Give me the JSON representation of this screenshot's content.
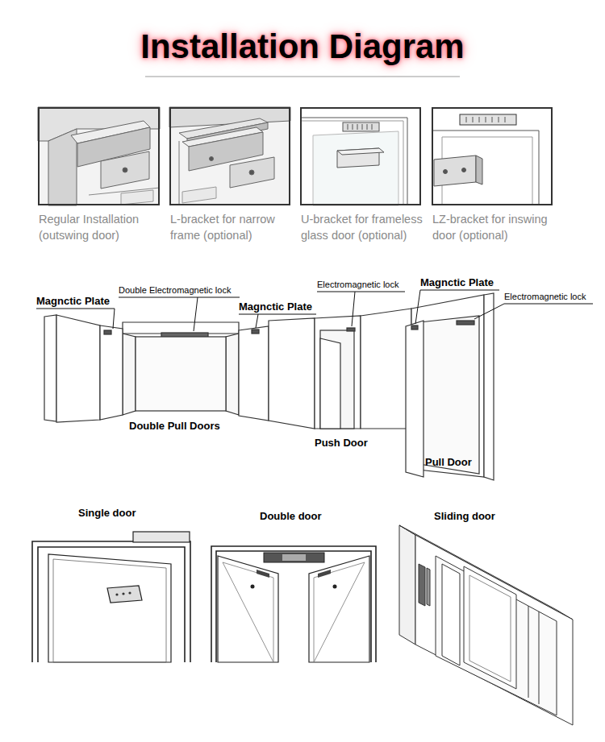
{
  "diagram": {
    "title": "Installation Diagram",
    "nodes": [
      {
        "text": [
          "Regular Installation (outswing door)"
        ]
      },
      {
        "text": [
          "L-bracket for narrow frame (optional)"
        ]
      },
      {
        "text": [
          "U-bracket for frameless glass door (optional)"
        ]
      },
      {
        "text": [
          "LZ-bracket for inswing door (optional)"
        ]
      }
    ],
    "labels": [
      "Magnctic Plate",
      "Double Electromagnetic lock",
      "Magnctic Plate",
      "Electromagnetic lock",
      "Magnctic Plate",
      "Electromagnetic lock",
      "Double Pull Doors",
      "Push Door",
      "Pull Door",
      "Single door",
      "Double door",
      "Sliding door"
    ]
  }
}
